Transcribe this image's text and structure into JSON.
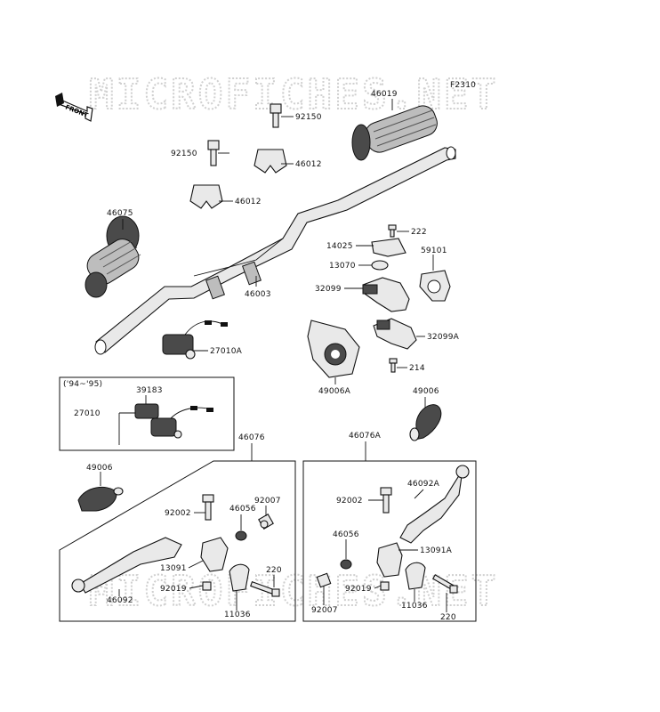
{
  "watermark": "MICROFICHES.NET",
  "figure_code": "F2310",
  "front_label": "FRONT",
  "inset_years": "('94~'95)",
  "parts": {
    "p46019": "46019",
    "p92150a": "92150",
    "p92150b": "92150",
    "p46012a": "46012",
    "p46012b": "46012",
    "p46075": "46075",
    "p46003": "46003",
    "p222": "222",
    "p14025": "14025",
    "p59101": "59101",
    "p13070": "13070",
    "p32099": "32099",
    "p32099A": "32099A",
    "p27010A": "27010A",
    "p214": "214",
    "p49006A": "49006A",
    "p49006a": "49006",
    "p39183": "39183",
    "p27010": "27010",
    "p46076": "46076",
    "p46076A": "46076A",
    "p49006b": "49006",
    "p92002a": "92002",
    "p46056a": "46056",
    "p92007a": "92007",
    "p13091": "13091",
    "p220a": "220",
    "p92019a": "92019",
    "p46092": "46092",
    "p11036a": "11036",
    "p46092A": "46092A",
    "p92002b": "92002",
    "p46056b": "46056",
    "p13091A": "13091A",
    "p92019b": "92019",
    "p92007b": "92007",
    "p11036b": "11036",
    "p220b": "220"
  }
}
